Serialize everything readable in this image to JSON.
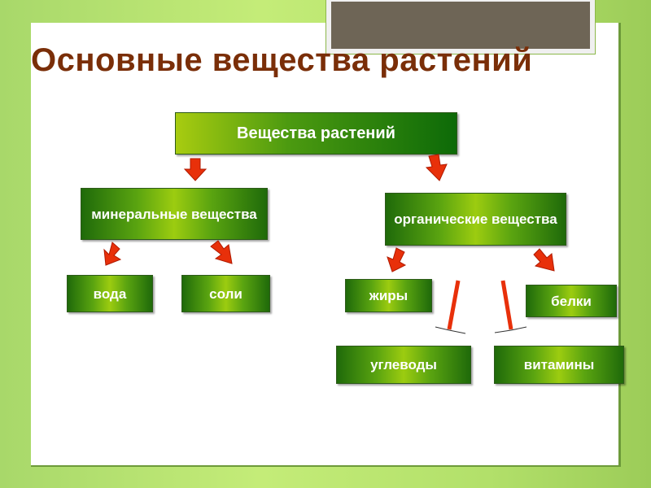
{
  "title": "Основные вещества растений",
  "nodes": {
    "root": "Вещества растений",
    "mineral": "минеральные вещества",
    "organic": "органические вещества",
    "water": "вода",
    "salts": "соли",
    "fats": "жиры",
    "proteins": "белки",
    "carbs": "углеводы",
    "vitamins": "витамины"
  },
  "colors": {
    "title": "#7a2e08",
    "arrow": "#e8300a",
    "box_dark": "#1f6a0a",
    "box_light": "#9ccc10"
  }
}
